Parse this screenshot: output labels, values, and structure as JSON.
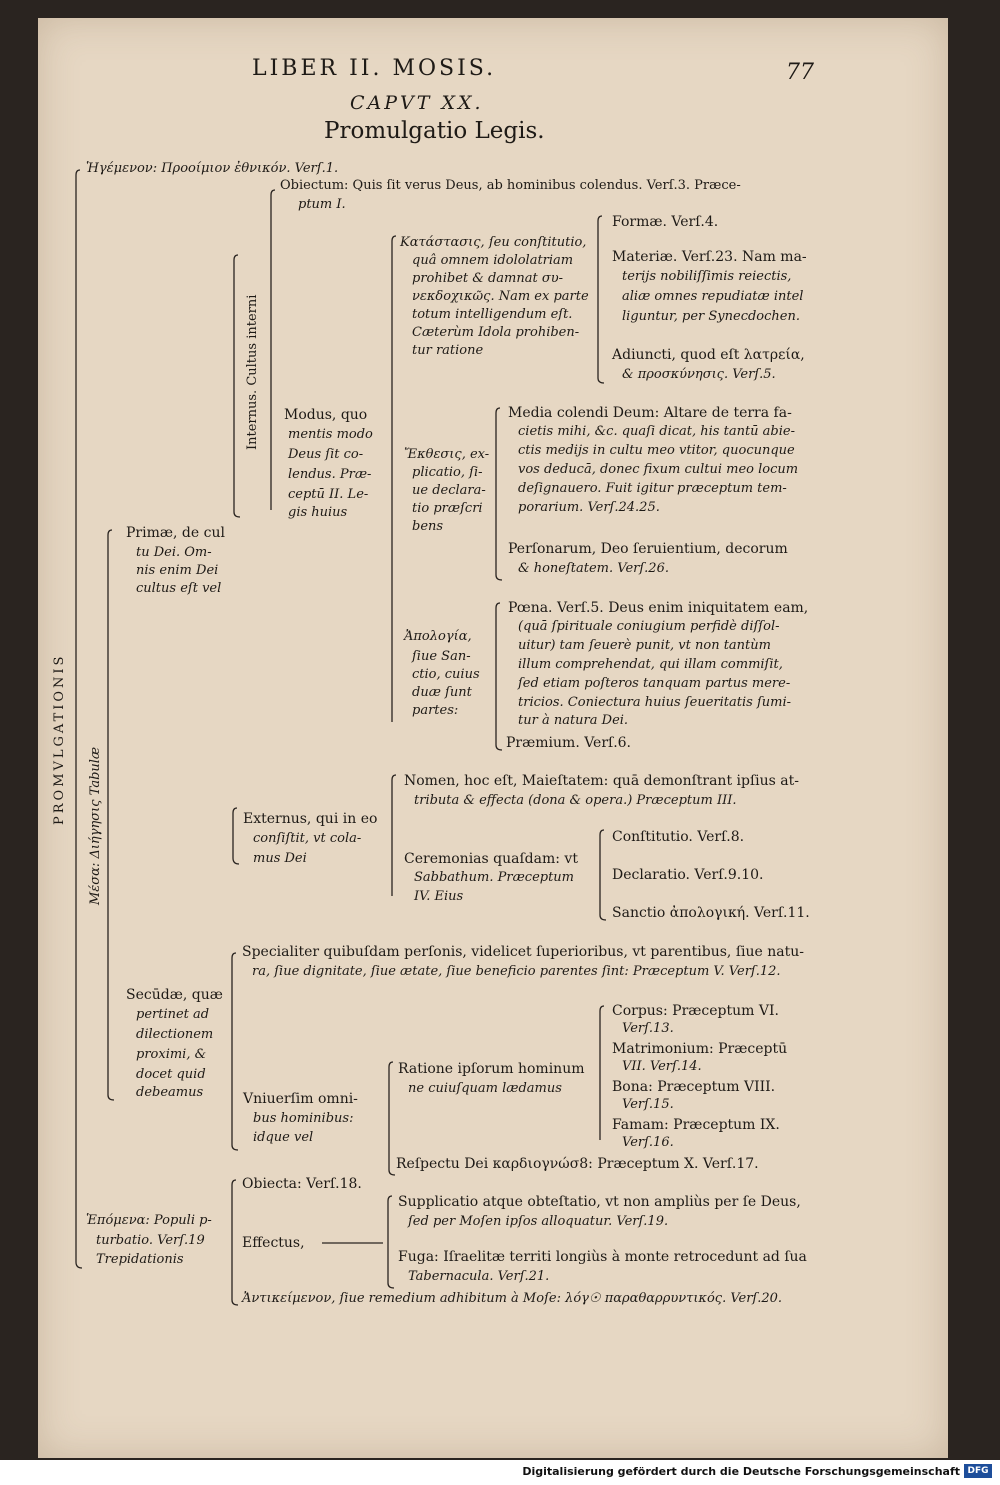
{
  "header": {
    "running_title": "LIBER II. MOSIS.",
    "page_number": "77",
    "chapter": "CAPVT XX.",
    "title": "Promulgatio Legis."
  },
  "tree": {
    "proem": "Ἡγέμενον: Προοίμιον ἐθνικόν. Verſ.1.",
    "root_label": "PROMVLGATIONIS",
    "media_label": "Μέσα: Διήγησις Tabulæ",
    "internus_label": "Internus. Cultus interni",
    "obiectum_1": "Obiectum: Quis ſit verus Deus, ab hominibus colendus. Verſ.3. Præce-",
    "obiectum_2": "ptum I.",
    "katastasis": [
      "Κατάστασις, ſeu conſtitutio,",
      "quâ omnem idololatriam",
      "prohibet & damnat συ-",
      "νεκδοχικῶς. Nam ex parte",
      "totum intelligendum eſt.",
      "Cæterùm Idola prohiben-",
      "tur ratione"
    ],
    "formae": "Formæ. Verſ.4.",
    "materiae": [
      "Materiæ. Verſ.23. Nam ma-",
      "terijs nobiliſſimis reiectis,",
      "aliæ omnes repudiatæ intel",
      "liguntur, per Synecdochen."
    ],
    "adiuncti": [
      "Adiuncti, quod eſt λατρεία,",
      "& προσκύνησις. Verſ.5."
    ],
    "modus": [
      "Modus, quo",
      "mentis modo",
      "Deus ſit co-",
      "lendus. Præ-",
      "ceptū II. Le-",
      "gis huius"
    ],
    "ekthesis": [
      "Ἔκθεσις, ex-",
      "plicatio, ſi-",
      "ue declara-",
      "tio præſcri",
      "bens"
    ],
    "media": [
      "Media colendi Deum: Altare de terra fa-",
      "cietis mihi, &c. quaſi dicat, his tantū abie-",
      "ctis medijs in cultu meo vtitor, quocunque",
      "vos deducā, donec fixum cultui meo locum",
      "deſignauero. Fuit igitur præceptum tem-",
      "porarium. Verſ.24.25."
    ],
    "personarum": [
      "Perſonarum, Deo ſeruientium, decorum",
      "& honeſtatem. Verſ.26."
    ],
    "primae": [
      "Primæ, de cul",
      "tu Dei. Om-",
      "nis enim Dei",
      "cultus eſt vel"
    ],
    "apologia": [
      "Ἀπολογία,",
      "ſiue San-",
      "ctio, cuius",
      "duæ ſunt",
      "partes:"
    ],
    "poena": [
      "Pœna. Verſ.5. Deus enim iniquitatem eam,",
      "(quā ſpirituale coniugium perfidè diſſol-",
      "uitur) tam ſeuerè punit, vt non tantùm",
      "illum comprehendat, qui illam commiſit,",
      "ſed etiam poſteros tanquam partus mere-",
      "tricios. Coniectura huius ſeueritatis ſumi-",
      "tur à natura Dei."
    ],
    "praemium": "Præmium. Verſ.6.",
    "nomen": [
      "Nomen, hoc eſt, Maieſtatem: quā demonſtrant ipſius at-",
      "tributa & effecta (dona & opera.) Præceptum III."
    ],
    "externus": [
      "Externus, qui in eo",
      "conſiſtit, vt cola-",
      "mus Dei"
    ],
    "ceremonias": [
      "Ceremonias quaſdam: vt",
      "Sabbathum. Præceptum",
      "IV. Eius"
    ],
    "constitutio": "Conſtitutio. Verſ.8.",
    "declaratio": "Declaratio. Verſ.9.10.",
    "sanctio": "Sanctio ἀπολογική. Verſ.11.",
    "specialiter": [
      "Specialiter quibuſdam perſonis, videlicet ſuperioribus, vt parentibus, ſiue natu-",
      "ra, ſiue dignitate, ſiue ætate, ſiue beneficio parentes ſint: Præceptum V. Verſ.12."
    ],
    "secundae": [
      "Secūdæ, quæ",
      "pertinet ad",
      "dilectionem",
      "proximi, &",
      "docet quid",
      "debeamus"
    ],
    "corpus": [
      "Corpus: Præceptum VI.",
      "Verſ.13."
    ],
    "matrimonium": [
      "Matrimonium: Præceptū",
      "VII. Verſ.14."
    ],
    "bona": [
      "Bona: Præceptum VIII.",
      "Verſ.15."
    ],
    "famam": [
      "Famam: Præceptum IX.",
      "Verſ.16."
    ],
    "ratione": [
      "Ratione ipſorum hominum",
      "ne cuiuſquam lædamus"
    ],
    "vniuersim": [
      "Vniuerſim omni-",
      "bus hominibus:",
      "idque vel"
    ],
    "respectu": "Reſpectu Dei καρδιογνώσ8: Præceptum X. Verſ.17.",
    "obiecta": "Obiecta: Verſ.18.",
    "supplicatio": [
      "Supplicatio atque obteſtatio, vt non ampliùs per ſe Deus,",
      "ſed per Moſen ipſos alloquatur. Verſ.19."
    ],
    "effectus": "Effectus,",
    "epomena": [
      "Ἑπόμενα: Populi p-",
      "turbatio. Verſ.19",
      "Trepidationis"
    ],
    "fuga": [
      "Fuga: Iſraelitæ territi longiùs à monte retrocedunt ad ſua",
      "Tabernacula. Verſ.21."
    ],
    "antikeimenon": "Ἀντικείμενον, ſiue remedium adhibitum à Moſe: λόγ☉ παραθαρρυντικός. Verſ.20."
  },
  "footer": {
    "credit": "Digitalisierung gefördert durch die Deutsche Forschungsgemeinschaft",
    "logo": "DFG"
  }
}
